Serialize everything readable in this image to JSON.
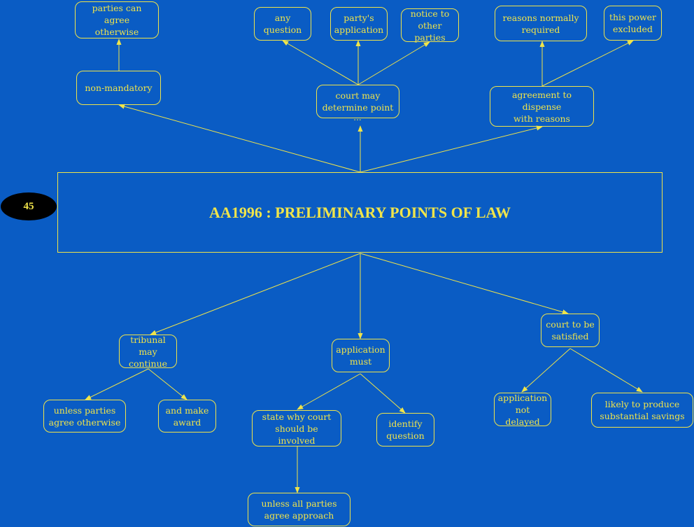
{
  "title": "AA1996 : PRELIMINARY POINTS OF LAW",
  "badge": "45",
  "more_marker": "...",
  "nodes": {
    "parties_agree_otherwise": "parties can agree\notherwise",
    "non_mandatory": "non-mandatory",
    "any_question": "any\nquestion",
    "partys_application": "party's\napplication",
    "notice_other_parties": "notice to\nother parties",
    "court_may_determine": "court may\ndetermine point",
    "reasons_normally_required": "reasons normally\nrequired",
    "this_power_excluded": "this power\nexcluded",
    "agreement_dispense_reasons": "agreement to dispense\nwith reasons",
    "tribunal_may_continue": "tribunal may\ncontinue",
    "unless_parties_agree": "unless parties\nagree otherwise",
    "and_make_award": "and make\naward",
    "application_must": "application\nmust",
    "state_why_court": "state why court\nshould be involved",
    "identify_question": "identify\nquestion",
    "unless_all_parties": "unless all parties\nagree approach",
    "court_satisfied": "court to be\nsatisfied",
    "application_not_delayed": "application\nnot delayed",
    "likely_substantial_savings": "likely to produce\nsubstantial savings"
  },
  "colors": {
    "background": "#0a5cc4",
    "foreground": "#f0e44a",
    "badge": "#000000"
  }
}
